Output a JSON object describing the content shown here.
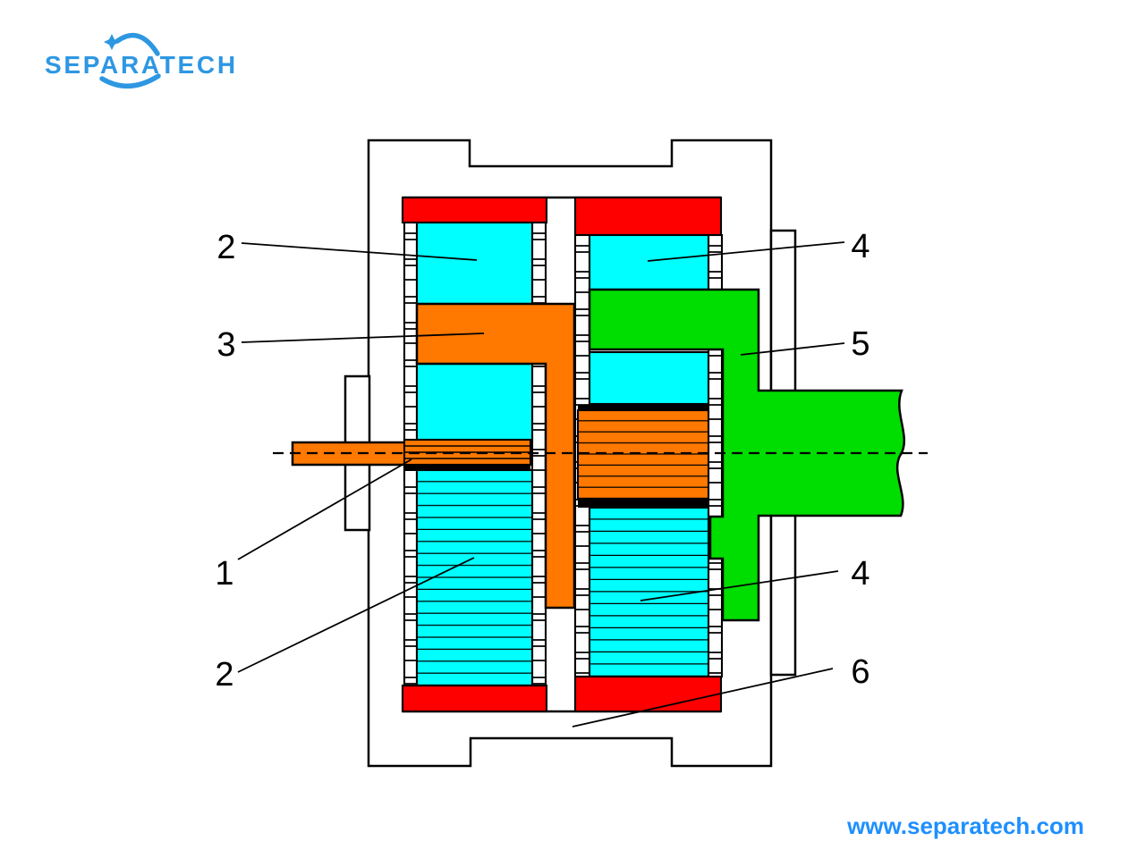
{
  "logo": {
    "text": "SEPARATECH"
  },
  "footer": {
    "url": "www.separatech.com"
  },
  "colors": {
    "red": "#FF0000",
    "cyan": "#00FFFF",
    "orange": "#FF7800",
    "green": "#00DD00",
    "brand": "#2E97E2",
    "link": "#1E8FFF",
    "line": "#000000"
  },
  "callouts": [
    {
      "text": "2"
    },
    {
      "text": "3"
    },
    {
      "text": "1"
    },
    {
      "text": "2"
    },
    {
      "text": "4"
    },
    {
      "text": "5"
    },
    {
      "text": "4"
    },
    {
      "text": "6"
    }
  ]
}
